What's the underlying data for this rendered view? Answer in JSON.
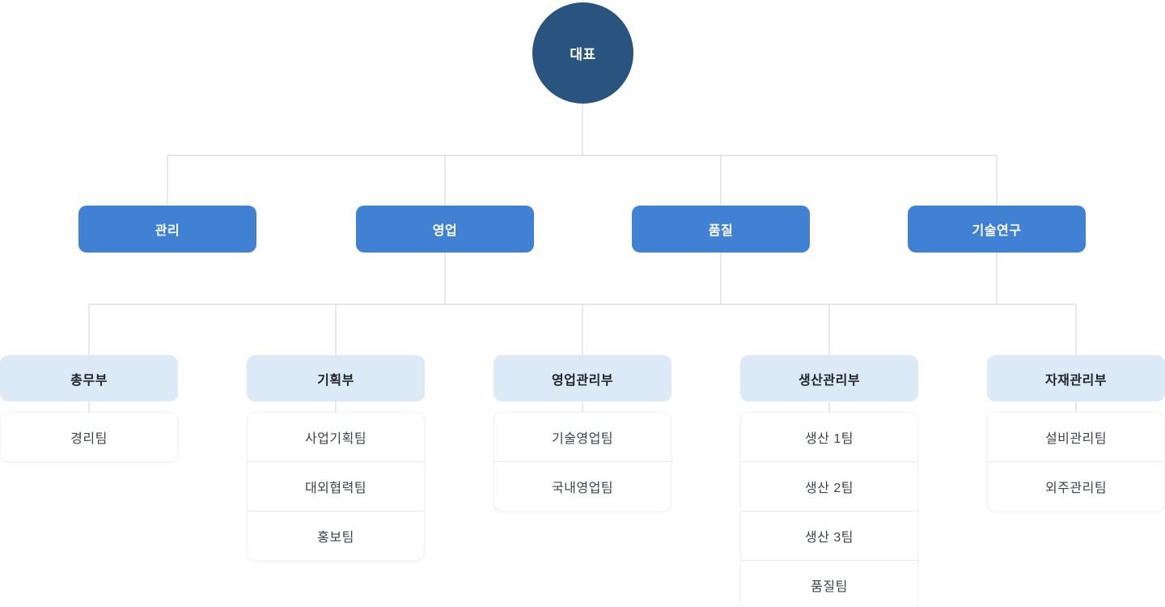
{
  "colors": {
    "background": "#ffffff",
    "ceo_circle": "#2a5480",
    "division_box": "#4181d4",
    "department_header_bg": "#dce9f7",
    "team_box_bg": "#ffffff",
    "team_divider": "#e4ebf3",
    "connector_line": "#cdd2d8",
    "light_text": "#ffffff",
    "dark_text": "#222529"
  },
  "chart": {
    "ceo_label": "대표",
    "divisions": [
      {
        "label": "관리"
      },
      {
        "label": "영업"
      },
      {
        "label": "품질"
      },
      {
        "label": "기술연구"
      }
    ],
    "departments": [
      {
        "label": "총무부",
        "teams": [
          "경리팀"
        ]
      },
      {
        "label": "기획부",
        "teams": [
          "사업기획팀",
          "대외협력팀",
          "홍보팀"
        ]
      },
      {
        "label": "영업관리부",
        "teams": [
          "기술영업팀",
          "국내영업팀"
        ]
      },
      {
        "label": "생산관리부",
        "teams": [
          "생산 1팀",
          "생산 2팀",
          "생산 3팀",
          "품질팀"
        ]
      },
      {
        "label": "자재관리부",
        "teams": [
          "설비관리팀",
          "외주관리팀"
        ]
      }
    ]
  }
}
